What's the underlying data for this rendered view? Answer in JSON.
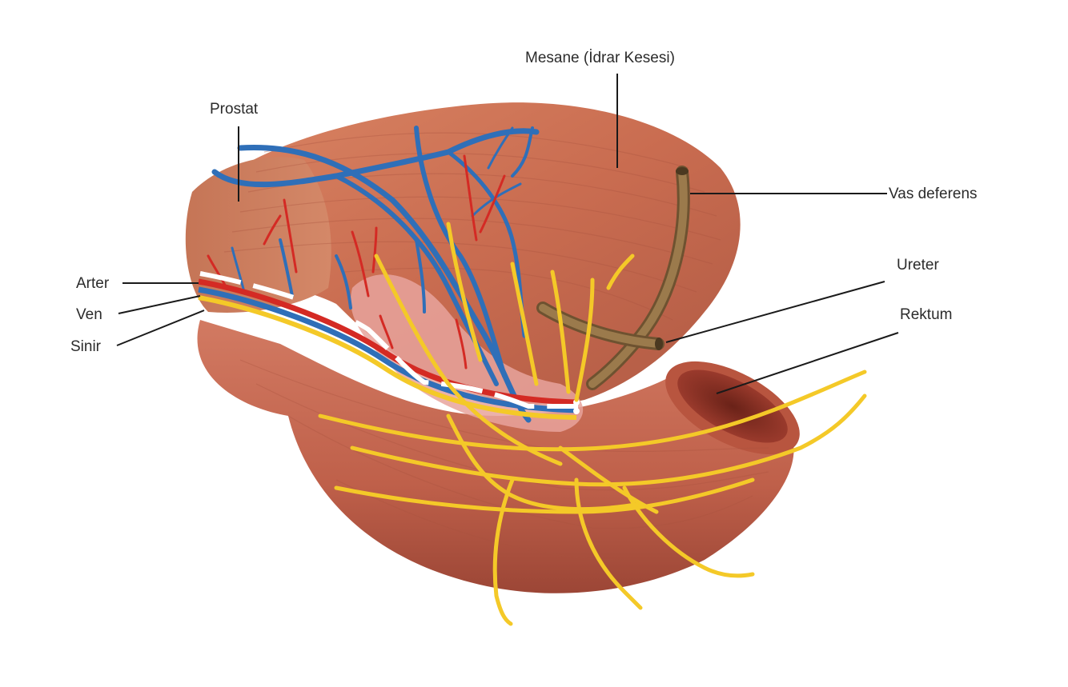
{
  "diagram": {
    "labels": {
      "mesane": "Mesane (İdrar Kesesi)",
      "prostat": "Prostat",
      "vas_deferens": "Vas deferens",
      "ureter": "Ureter",
      "rektum": "Rektum",
      "arter": "Arter",
      "ven": "Ven",
      "sinir": "Sinir"
    },
    "colors": {
      "background": "#ffffff",
      "tissue": "#c8694f",
      "tissue_dark": "#a34a38",
      "artery": "#d42a24",
      "vein": "#2f6fb8",
      "nerve": "#f4c928",
      "vas_deferens": "#8a6a3e",
      "leader_line": "#1a1a1a",
      "incision": "#ffffff"
    }
  }
}
